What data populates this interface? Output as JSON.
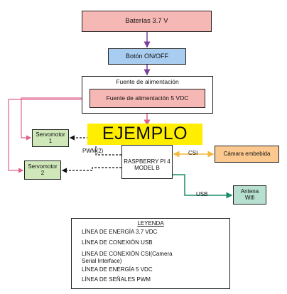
{
  "nodes": {
    "baterias": "Baterías 3.7 V",
    "boton": "Botón ON/OFF",
    "fuente_outer": "Fuente de alimentación",
    "fuente_5vdc": "Fuente de alimentación 5 VDC",
    "servo1": "Servomotor\n1",
    "servo2": "Servomotor\n2",
    "rpi": "RASPBERRY PI 4\nMODEL B",
    "camara": "Cámara embebida",
    "antena": "Antena\nWifi"
  },
  "watermark": "EJEMPLO",
  "edge_labels": {
    "pwm": "PWM(2)",
    "csi": "CSI",
    "usb": "USB"
  },
  "legend": {
    "title": "LEYENDA",
    "items": [
      {
        "label": "LÍNEA DE ENERGÍA 3.7 VDC",
        "color": "#7b3f99",
        "style": "solid"
      },
      {
        "label": "LÍNEA DE CONEXIÓN USB",
        "color": "#1a8c6e",
        "style": "solid"
      },
      {
        "label": "LINEA DE CONEXIÓN CSI(Camera",
        "label2": "Serial Interface)",
        "color": "#f2b83a",
        "style": "solid"
      },
      {
        "label": "LÍNEA DE ENERGÍA 5 VDC",
        "color": "#e0608a",
        "style": "solid"
      },
      {
        "label": "LÍNEA DE SEÑALES PWM",
        "color": "#111111",
        "style": "dashed"
      }
    ]
  },
  "colors": {
    "energia_37": "#7b3f99",
    "usb": "#1a8c6e",
    "csi": "#f2b83a",
    "energia_5": "#e0608a",
    "pwm": "#111111"
  }
}
